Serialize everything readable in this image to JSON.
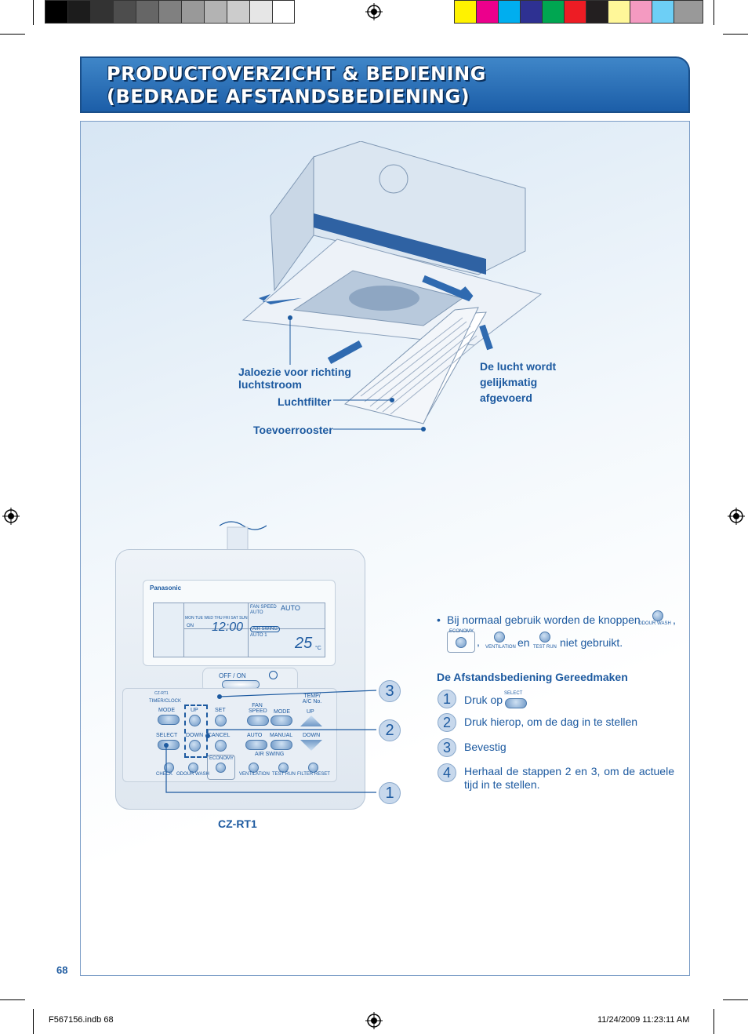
{
  "page_title": {
    "line1": "PRODUCTOVERZICHT & BEDIENING",
    "line2": "(BEDRADE AFSTANDSBEDIENING)"
  },
  "unit_labels": {
    "louver": "Jaloezie voor richting luchtstroom",
    "filter": "Luchtfilter",
    "grille": "Toevoerrooster",
    "exhaust": "De lucht wordt gelijkmatig afgevoerd"
  },
  "remote": {
    "brand": "Panasonic",
    "model_tag": "CZ-RT1",
    "caption": "CZ-RT1",
    "lcd": {
      "days": "MON TUE WED THU  FRI   SAT  SUN",
      "on": "ON",
      "time": "12:00",
      "fan_speed_label": "FAN SPEED",
      "fan_speed_value": "AUTO",
      "mode_value": "AUTO",
      "air_swing_label": "AIR SWING",
      "air_swing_value": "AUTO 1",
      "temp": "25",
      "temp_unit": "°C"
    },
    "buttons": {
      "off_on": "OFF / ON",
      "timer_clock": "TIMER/CLOCK",
      "mode_left": "MODE",
      "up_left": "UP",
      "down_left": "DOWN",
      "set": "SET",
      "select": "SELECT",
      "cancel": "CANCEL",
      "fan_speed": "FAN SPEED",
      "mode": "MODE",
      "temp_ac": "TEMP/ A/C No.",
      "up_right": "UP",
      "down_right": "DOWN",
      "auto": "AUTO",
      "manual": "MANUAL",
      "air_swing": "AIR SWING",
      "economy": "ECONOMY",
      "check": "CHECK",
      "odour_wash": "ODOUR WASH",
      "ventilation": "VENTILATION",
      "test_run": "TEST RUN",
      "filter_reset": "FILTER RESET"
    },
    "callouts": [
      "3",
      "2",
      "1"
    ]
  },
  "note": {
    "bullet": "•",
    "text_a": "Bij normaal gebruik worden de knoppen",
    "odour_wash": "ODOUR WASH",
    "comma1": ",",
    "economy": "ECONOMY",
    "comma2": ",",
    "ventilation": "VENTILATION",
    "en": "en",
    "test_run": "TEST RUN",
    "text_b": "niet gebruikt."
  },
  "prep": {
    "heading": "De Afstandsbediening Gereedmaken",
    "steps": [
      {
        "num": "1",
        "text": "Druk op",
        "button": "SELECT"
      },
      {
        "num": "2",
        "text": "Druk hierop, om de dag in te stellen"
      },
      {
        "num": "3",
        "text": "Bevestig"
      },
      {
        "num": "4",
        "text": "Herhaal de stappen 2 en 3, om de actuele tijd in te stellen."
      }
    ]
  },
  "page_number": "68",
  "footer": {
    "file": "F567156.indb   68",
    "date": "11/24/2009   11:23:11 AM"
  },
  "colors": {
    "accent": "#1d5aa0",
    "header_top": "#3f86c8",
    "header_bottom": "#1c5ea8"
  }
}
